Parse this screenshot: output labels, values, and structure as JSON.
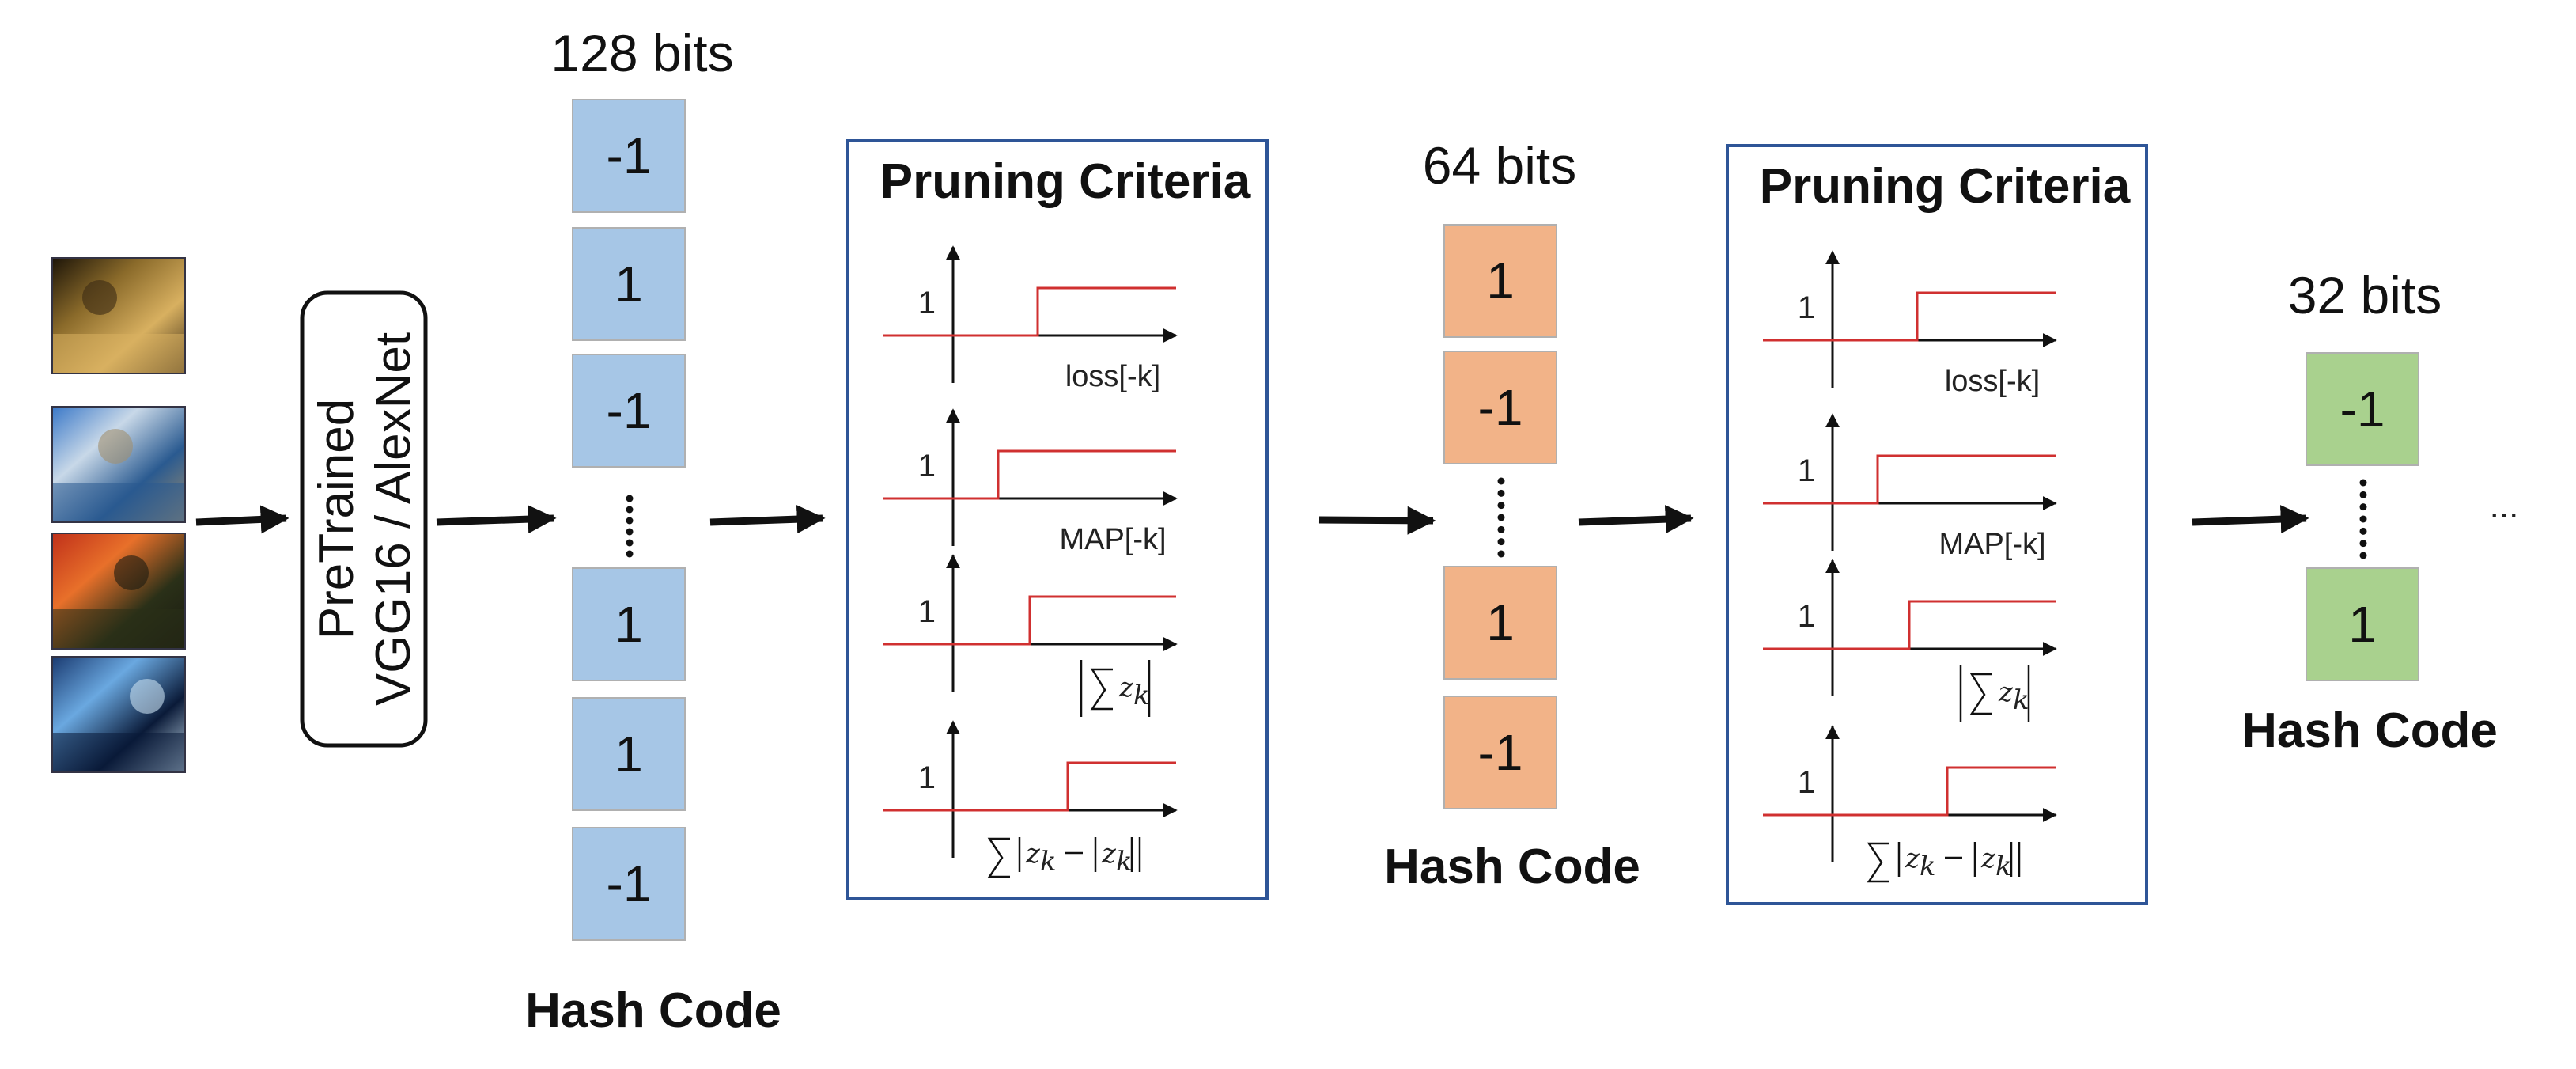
{
  "images": [
    {
      "name": "night-street-photo",
      "colors": [
        "#1c1408",
        "#8a6a2a",
        "#d8b060",
        "#3a2a14"
      ]
    },
    {
      "name": "coastal-city-photo",
      "colors": [
        "#3a78c8",
        "#c8d8e8",
        "#2a5a90",
        "#a09070"
      ]
    },
    {
      "name": "sunset-field-photo",
      "colors": [
        "#c0301a",
        "#e8702a",
        "#2a3018",
        "#1a1a10"
      ]
    },
    {
      "name": "glass-building-photo",
      "colors": [
        "#1a3a70",
        "#6aa8e0",
        "#0a1a38",
        "#c8e0f0"
      ]
    }
  ],
  "network": {
    "line1": "PreTrained",
    "line2": "VGG16 / AlexNet"
  },
  "stage1": {
    "bits_label": "128 bits",
    "cells_top": [
      "-1",
      "1",
      "-1"
    ],
    "cells_bottom": [
      "1",
      "1",
      "-1"
    ],
    "caption": "Hash Code",
    "color": "#a6c6e6"
  },
  "criteria": {
    "title": "Pruning Criteria",
    "tick": "1",
    "plot_labels": [
      "loss[-k]",
      "MAP[-k]"
    ],
    "step_color": "#d03030"
  },
  "stage2": {
    "bits_label": "64 bits",
    "cells_top": [
      "1",
      "-1"
    ],
    "cells_bottom": [
      "1",
      "-1"
    ],
    "caption": "Hash Code",
    "color": "#f2b388"
  },
  "stage3": {
    "bits_label": "32 bits",
    "cells_top": [
      "-1"
    ],
    "cells_bottom": [
      "1"
    ],
    "caption": "Hash Code",
    "color": "#a9d18e"
  },
  "trailing_ellipsis": "..."
}
